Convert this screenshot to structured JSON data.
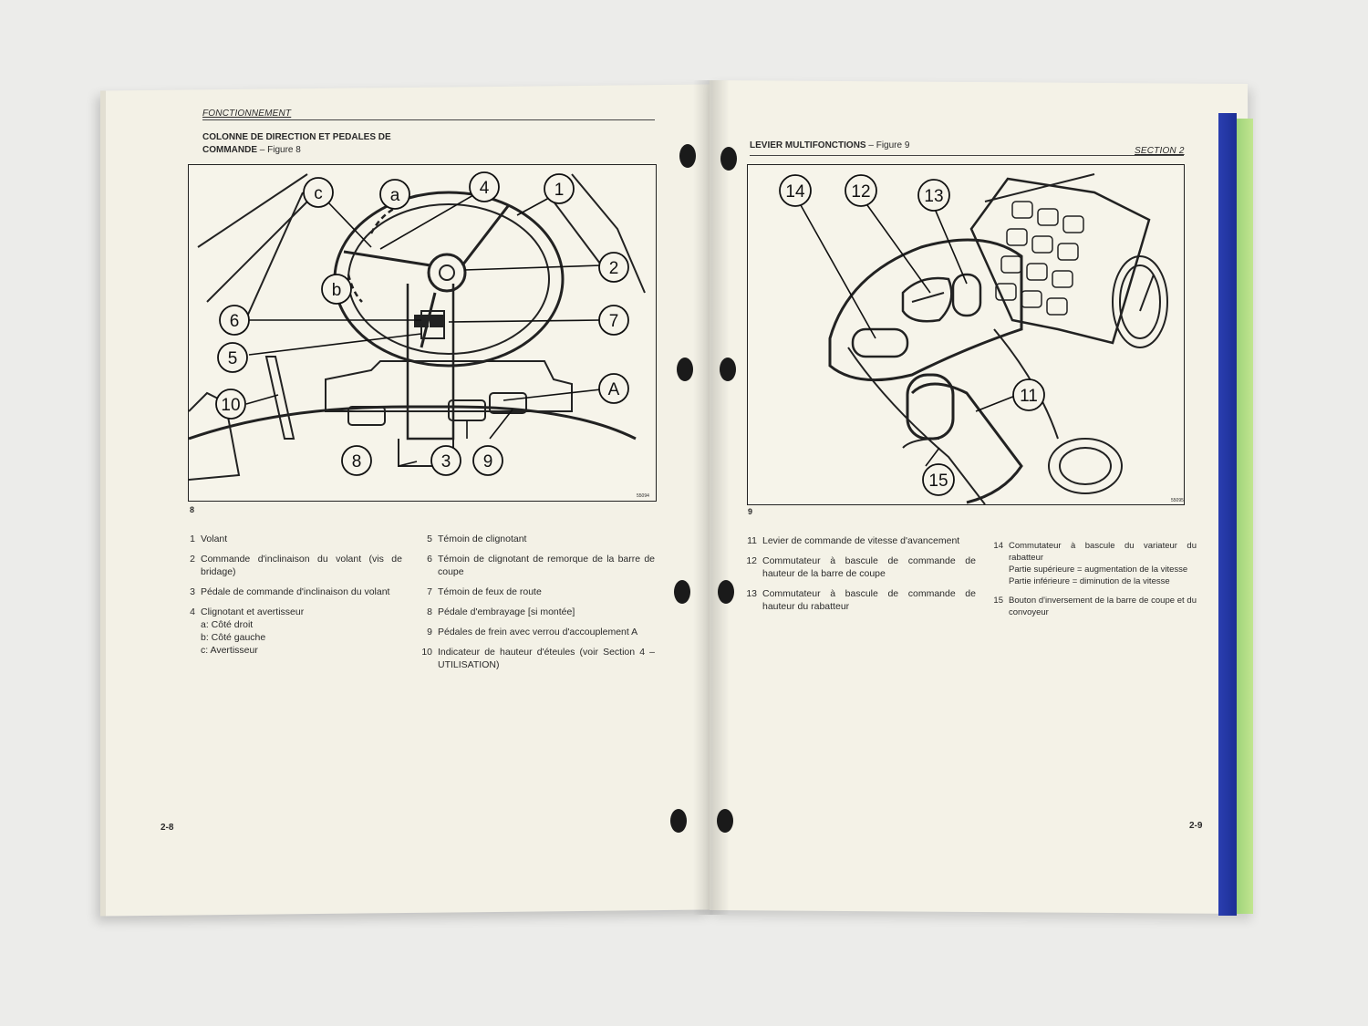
{
  "left_page": {
    "running_head": "FONCTIONNEMENT",
    "figure_title": "COLONNE DE DIRECTION ET PEDALES DE COMMANDE",
    "figure_ref": "– Figure 8",
    "figure_number": "8",
    "figure_code": "55094",
    "callouts": [
      "c",
      "a",
      "4",
      "1",
      "2",
      "b",
      "6",
      "7",
      "5",
      "A",
      "10",
      "8",
      "3",
      "9"
    ],
    "legend_col1": [
      {
        "num": "1",
        "text": "Volant"
      },
      {
        "num": "2",
        "text": "Commande d'inclinaison du volant (vis de bridage)"
      },
      {
        "num": "3",
        "text": "Pédale de commande d'inclinaison du volant"
      },
      {
        "num": "4",
        "text": "Clignotant et avertisseur",
        "subs": [
          "a: Côté droit",
          "b: Côté gauche",
          "c: Avertisseur"
        ]
      }
    ],
    "legend_col2": [
      {
        "num": "5",
        "text": "Témoin de clignotant"
      },
      {
        "num": "6",
        "text": "Témoin de clignotant de remorque de la barre de coupe"
      },
      {
        "num": "7",
        "text": "Témoin de feux de route"
      },
      {
        "num": "8",
        "text": "Pédale d'embrayage [si montée]"
      },
      {
        "num": "9",
        "text": "Pédales de frein avec verrou d'accouplement A"
      },
      {
        "num": "10",
        "text": "Indicateur de hauteur d'éteules (voir Section 4 – UTILISATION)"
      }
    ],
    "page_number": "2-8"
  },
  "right_page": {
    "section_head": "SECTION 2",
    "figure_title": "LEVIER MULTIFONCTIONS",
    "figure_ref": "– Figure 9",
    "figure_number": "9",
    "figure_code": "55095",
    "callouts": [
      "14",
      "12",
      "13",
      "11",
      "15"
    ],
    "legend_col1": [
      {
        "num": "11",
        "text": "Levier de commande de vitesse d'avancement"
      },
      {
        "num": "12",
        "text": "Commutateur à bascule de commande de hauteur de la barre de coupe"
      },
      {
        "num": "13",
        "text": "Commutateur à bascule de commande de hauteur du rabatteur"
      }
    ],
    "legend_col2": [
      {
        "num": "14",
        "text": "Commutateur à bascule du variateur du rabatteur",
        "subs": [
          "Partie supérieure = augmentation de la vitesse",
          "Partie inférieure = diminution de la vitesse"
        ]
      },
      {
        "num": "15",
        "text": "Bouton d'inversement de la barre de coupe et du convoyeur"
      }
    ],
    "page_number": "2-9"
  }
}
